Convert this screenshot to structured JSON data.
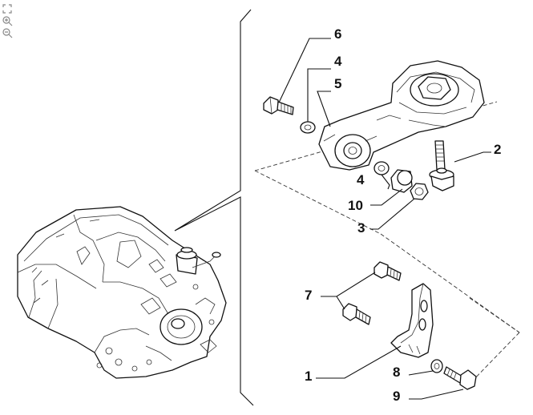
{
  "toolbar": {
    "tools": [
      {
        "name": "fit-icon",
        "label": "fit to window"
      },
      {
        "name": "zoom-in-icon",
        "label": "zoom in"
      },
      {
        "name": "zoom-out-icon",
        "label": "zoom out"
      }
    ]
  },
  "callouts": {
    "c6": "6",
    "c4a": "4",
    "c5": "5",
    "c2": "2",
    "c4b": "4",
    "c10": "10",
    "c3": "3",
    "c7": "7",
    "c1": "1",
    "c8": "8",
    "c9": "9"
  }
}
